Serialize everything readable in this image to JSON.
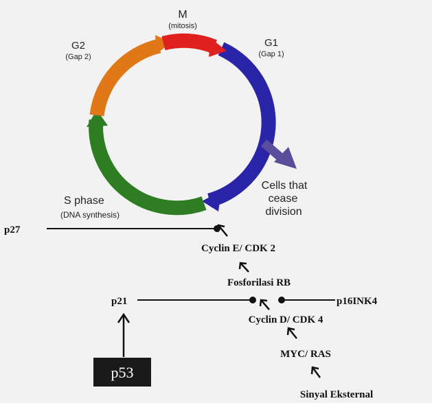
{
  "cycle": {
    "m_label": "M",
    "m_sub": "(mitosis)",
    "g1_label": "G1",
    "g1_sub": "(Gap 1)",
    "g2_label": "G2",
    "g2_sub": "(Gap 2)",
    "s_label": "S phase",
    "s_sub": "(DNA synthesis)",
    "exit_line1": "Cells that",
    "exit_line2": "cease",
    "exit_line3": "division"
  },
  "pathway": {
    "p27": "p27",
    "cyclin_e": "Cyclin E/ CDK 2",
    "fosforilasi": "Fosforilasi RB",
    "p21": "p21",
    "p16": "p16INK4",
    "cyclin_d": "Cyclin D/ CDK 4",
    "myc": "MYC/ RAS",
    "sinyal": "Sinyal Eksternal",
    "p53": "p53"
  },
  "colors": {
    "background": "#f2f2f2",
    "mitosis": "#e0201e",
    "g1": "#2a24a8",
    "s_phase": "#2e7d22",
    "g2": "#e07818",
    "exit_arrow": "#5a4d9c",
    "ink": "#111111",
    "p53_box": "#1a1a1a",
    "p53_text": "#ffffff"
  }
}
